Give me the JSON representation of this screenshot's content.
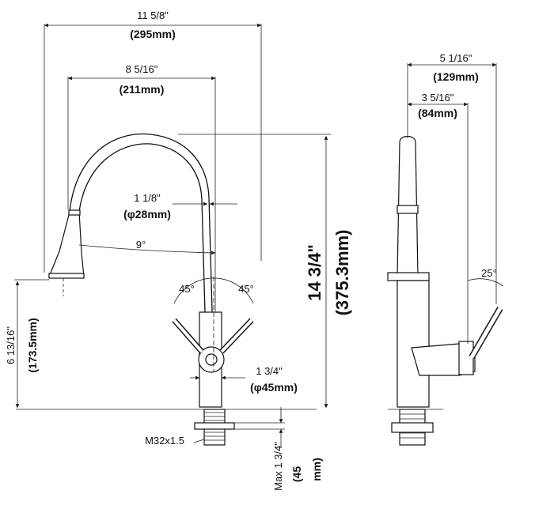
{
  "dimensions": {
    "overall_width_in": "11 5/8\"",
    "overall_width_mm": "(295mm)",
    "spout_reach_in": "8 5/16\"",
    "spout_reach_mm": "(211mm)",
    "spout_dia_in": "1 1/8\"",
    "spout_dia_mm": "(φ28mm)",
    "swivel_angle": "9°",
    "handle_angle_left": "45°",
    "handle_angle_right": "45°",
    "total_height_in": "14 3/4\"",
    "total_height_mm": "(375.3mm)",
    "aerator_height_in": "6 13/16\"",
    "aerator_height_mm": "(173.5mm)",
    "base_dia_in": "1 3/4\"",
    "base_dia_mm": "(φ45mm)",
    "thread": "M32x1.5",
    "deck_thickness_in": "Max 1 3/4\"",
    "deck_thickness_mm": "(45",
    "deck_thickness_unit": "mm)",
    "side_depth_in": "5 1/16\"",
    "side_depth_mm": "(129mm)",
    "side_handle_in": "3 5/16\"",
    "side_handle_mm": "(84mm)",
    "side_angle": "25°"
  }
}
